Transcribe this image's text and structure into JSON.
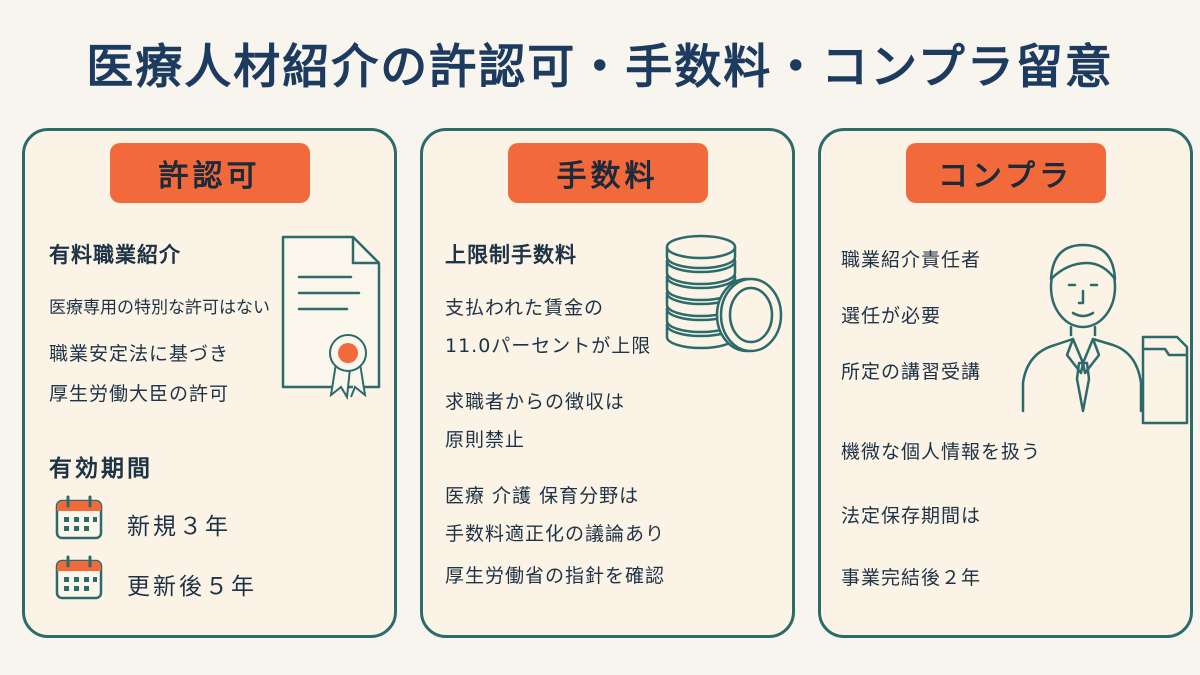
{
  "title": "医療人材紹介の許認可・手数料・コンプラ留意",
  "cards": [
    {
      "header": "許認可",
      "lines": [
        "有料職業紹介",
        "医療専用の特別な許可はない",
        "職業安定法に基づき",
        "厚生労働大臣の許可"
      ],
      "period_label": "有効期間",
      "periods": [
        "新規３年",
        "更新後５年"
      ],
      "icons": [
        "certificate-icon",
        "calendar-icon"
      ]
    },
    {
      "header": "手数料",
      "lines": [
        "上限制手数料",
        "支払われた賃金の",
        "11.0パーセントが上限",
        "求職者からの徴収は",
        "原則禁止",
        "医療 介護 保育分野は",
        "手数料適正化の議論あり",
        "厚生労働省の指針を確認"
      ],
      "icons": [
        "coins-icon"
      ]
    },
    {
      "header": "コンプラ",
      "lines": [
        "職業紹介責任者",
        "選任が必要",
        "所定の講習受講",
        "機微な個人情報を扱う",
        "法定保存期間は",
        "事業完結後２年"
      ],
      "icons": [
        "businessperson-icon",
        "document-folder-icon"
      ]
    }
  ],
  "colors": {
    "accent": "#f26a3b",
    "border": "#2d6b6b",
    "title": "#1d3a5f",
    "background": "#f8f5ee",
    "card": "#faf3e6"
  }
}
